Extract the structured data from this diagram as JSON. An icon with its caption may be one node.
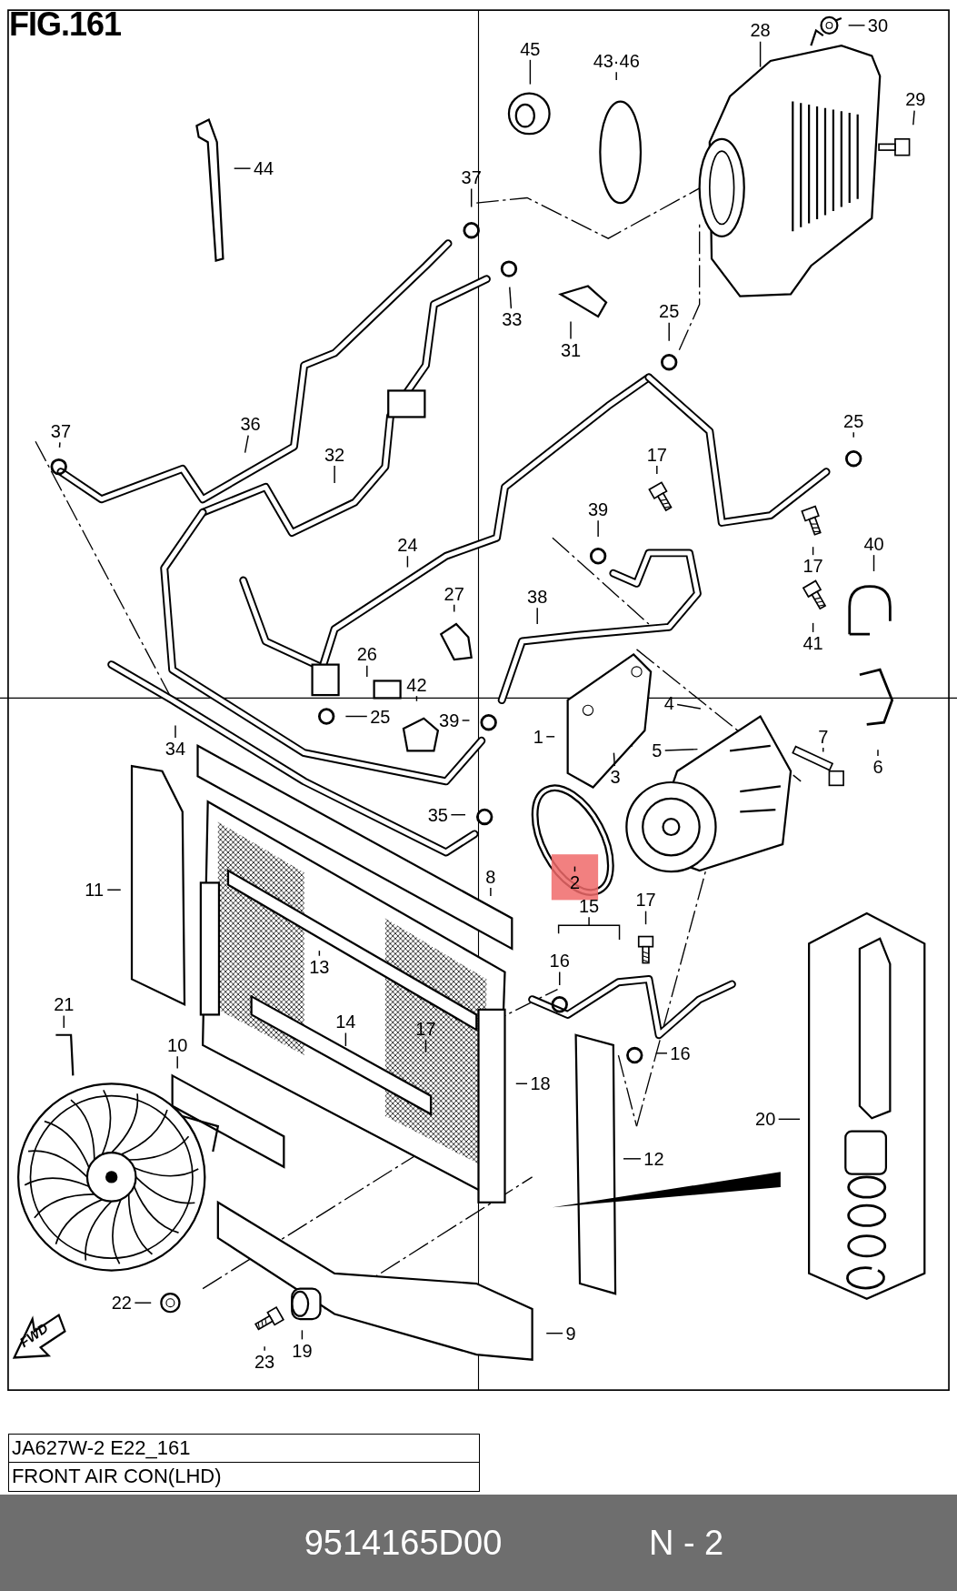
{
  "diagram": {
    "nodes": [
      {
        "text": [
          "28"
        ]
      },
      {
        "text": [
          "30"
        ]
      },
      {
        "text": [
          "45"
        ]
      },
      {
        "text": [
          "43·46"
        ]
      },
      {
        "text": [
          "29"
        ]
      },
      {
        "text": [
          "44"
        ]
      },
      {
        "text": [
          "37"
        ]
      },
      {
        "text": [
          "33"
        ]
      },
      {
        "text": [
          "25"
        ]
      },
      {
        "text": [
          "31"
        ]
      },
      {
        "text": [
          "36"
        ]
      },
      {
        "text": [
          "25"
        ]
      },
      {
        "text": [
          "37"
        ]
      },
      {
        "text": [
          "32"
        ]
      },
      {
        "text": [
          "17"
        ]
      },
      {
        "text": [
          "39"
        ]
      },
      {
        "text": [
          "24"
        ]
      },
      {
        "text": [
          "40"
        ]
      },
      {
        "text": [
          "17"
        ]
      },
      {
        "text": [
          "27"
        ]
      },
      {
        "text": [
          "38"
        ]
      },
      {
        "text": [
          "41"
        ]
      },
      {
        "text": [
          "26"
        ]
      },
      {
        "text": [
          "42"
        ]
      },
      {
        "text": [
          "4"
        ]
      },
      {
        "text": [
          "25"
        ]
      },
      {
        "text": [
          "39"
        ]
      },
      {
        "text": [
          "1"
        ]
      },
      {
        "text": [
          "7"
        ]
      },
      {
        "text": [
          "34"
        ]
      },
      {
        "text": [
          "5"
        ]
      },
      {
        "text": [
          "6"
        ]
      },
      {
        "text": [
          "3"
        ]
      },
      {
        "text": [
          "35"
        ]
      },
      {
        "text": [
          "8"
        ]
      },
      {
        "text": [
          "2"
        ]
      },
      {
        "text": [
          "11"
        ]
      },
      {
        "text": [
          "17"
        ]
      },
      {
        "text": [
          "15"
        ]
      },
      {
        "text": [
          "16"
        ]
      },
      {
        "text": [
          "13"
        ]
      },
      {
        "text": [
          "21"
        ]
      },
      {
        "text": [
          "14"
        ]
      },
      {
        "text": [
          "17"
        ]
      },
      {
        "text": [
          "10"
        ]
      },
      {
        "text": [
          "16"
        ]
      },
      {
        "text": [
          "18"
        ]
      },
      {
        "text": [
          "20"
        ]
      },
      {
        "text": [
          "12"
        ]
      },
      {
        "text": [
          "22"
        ]
      },
      {
        "text": [
          "9"
        ]
      },
      {
        "text": [
          "19"
        ]
      },
      {
        "text": [
          "23"
        ]
      }
    ],
    "edges": [
      {
        "from": 0,
        "to": null,
        "arrow": "none"
      },
      {
        "from": 1,
        "to": null,
        "arrow": "none"
      },
      {
        "from": 2,
        "to": null,
        "arrow": "none"
      },
      {
        "from": 3,
        "to": null,
        "arrow": "none"
      },
      {
        "from": 4,
        "to": null,
        "arrow": "none"
      },
      {
        "from": 5,
        "to": null,
        "arrow": "none"
      },
      {
        "from": 6,
        "to": null,
        "arrow": "none"
      },
      {
        "from": 7,
        "to": null,
        "arrow": "none"
      },
      {
        "from": 8,
        "to": null,
        "arrow": "none"
      },
      {
        "from": 9,
        "to": null,
        "arrow": "none"
      },
      {
        "from": 10,
        "to": null,
        "arrow": "none"
      },
      {
        "from": 11,
        "to": null,
        "arrow": "none"
      },
      {
        "from": 12,
        "to": null,
        "arrow": "none"
      },
      {
        "from": 13,
        "to": null,
        "arrow": "none"
      },
      {
        "from": 14,
        "to": null,
        "arrow": "none"
      },
      {
        "from": 15,
        "to": null,
        "arrow": "none"
      },
      {
        "from": 16,
        "to": null,
        "arrow": "none"
      },
      {
        "from": 17,
        "to": null,
        "arrow": "none"
      },
      {
        "from": 18,
        "to": null,
        "arrow": "none"
      },
      {
        "from": 19,
        "to": null,
        "arrow": "none"
      },
      {
        "from": 20,
        "to": null,
        "arrow": "none"
      },
      {
        "from": 21,
        "to": null,
        "arrow": "none"
      },
      {
        "from": 22,
        "to": null,
        "arrow": "none"
      },
      {
        "from": 23,
        "to": null,
        "arrow": "none"
      },
      {
        "from": 24,
        "to": null,
        "arrow": "none"
      },
      {
        "from": 25,
        "to": null,
        "arrow": "none"
      },
      {
        "from": 26,
        "to": null,
        "arrow": "none"
      },
      {
        "from": 27,
        "to": null,
        "arrow": "none"
      },
      {
        "from": 28,
        "to": null,
        "arrow": "none"
      },
      {
        "from": 29,
        "to": null,
        "arrow": "none"
      },
      {
        "from": 30,
        "to": null,
        "arrow": "none"
      },
      {
        "from": 31,
        "to": null,
        "arrow": "none"
      },
      {
        "from": 32,
        "to": null,
        "arrow": "none"
      },
      {
        "from": 33,
        "to": null,
        "arrow": "none"
      },
      {
        "from": 34,
        "to": null,
        "arrow": "none"
      },
      {
        "from": 35,
        "to": null,
        "arrow": "none"
      },
      {
        "from": 36,
        "to": null,
        "arrow": "none"
      },
      {
        "from": 37,
        "to": null,
        "arrow": "none"
      },
      {
        "from": 38,
        "to": null,
        "arrow": "none"
      },
      {
        "from": 39,
        "to": null,
        "arrow": "none"
      },
      {
        "from": 40,
        "to": null,
        "arrow": "none"
      },
      {
        "from": 41,
        "to": null,
        "arrow": "none"
      },
      {
        "from": 42,
        "to": null,
        "arrow": "none"
      },
      {
        "from": 43,
        "to": null,
        "arrow": "none"
      },
      {
        "from": 44,
        "to": null,
        "arrow": "none"
      },
      {
        "from": 45,
        "to": null,
        "arrow": "none"
      },
      {
        "from": 46,
        "to": null,
        "arrow": "none"
      },
      {
        "from": 47,
        "to": null,
        "arrow": "none"
      },
      {
        "from": 48,
        "to": null,
        "arrow": "none"
      },
      {
        "from": 49,
        "to": null,
        "arrow": "none"
      },
      {
        "from": 50,
        "to": null,
        "arrow": "none"
      },
      {
        "from": 51,
        "to": null,
        "arrow": "none"
      },
      {
        "from": 52,
        "to": null,
        "arrow": "none"
      }
    ],
    "labels": [
      "FIG.161",
      "FWD",
      "JA627W-2 E22_161",
      "FRONT AIR CON(LHD)",
      "9514165D00",
      "N - 2"
    ]
  }
}
